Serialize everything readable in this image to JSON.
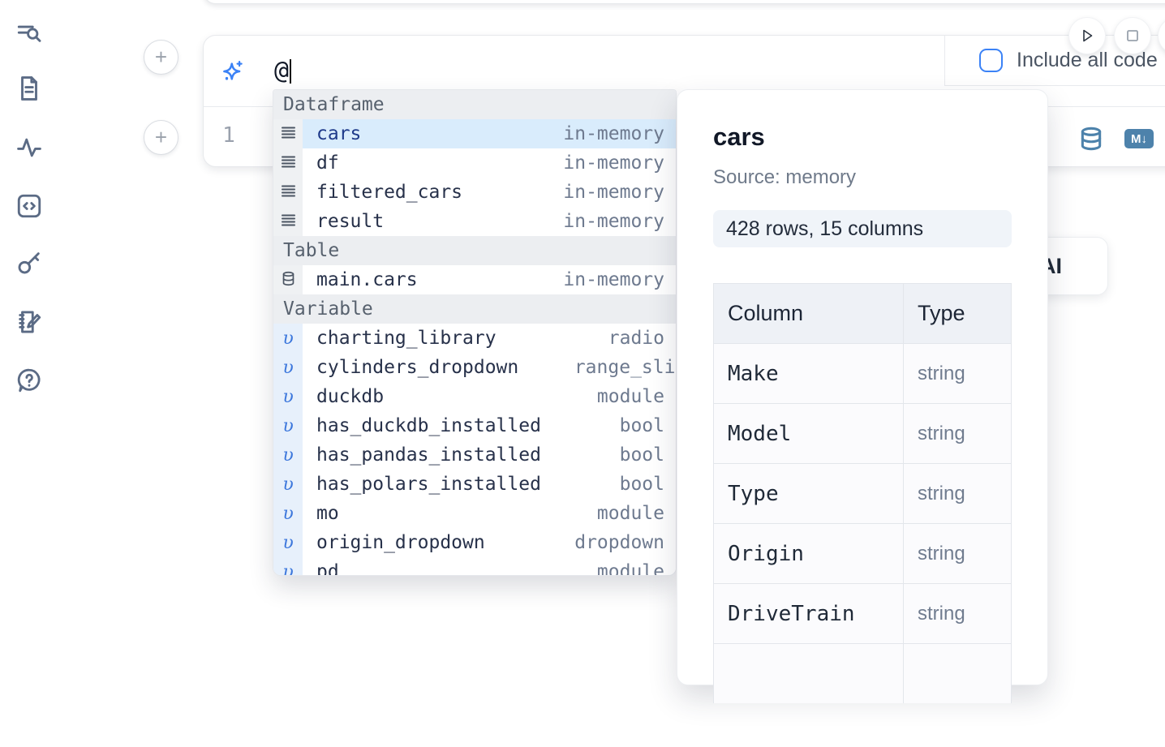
{
  "accent_colors": {
    "primary_blue": "#3b82f6",
    "steel_blue": "#4d82ab",
    "selection_bg": "#d9ecfc",
    "icon_slate": "#5b6b85"
  },
  "sidebar": {
    "icons": [
      {
        "name": "file-explorer-search-icon"
      },
      {
        "name": "files-icon"
      },
      {
        "name": "variables-activity-icon"
      },
      {
        "name": "snippets-code-icon"
      },
      {
        "name": "secrets-key-icon"
      },
      {
        "name": "scratchpad-notebook-icon"
      },
      {
        "name": "help-chat-icon"
      }
    ]
  },
  "run_controls": {
    "play": "run-cell",
    "stop": "interrupt"
  },
  "cell": {
    "prompt": {
      "value": "@",
      "sparkle_icon": "ai-sparkles-icon"
    },
    "include_all_code": {
      "label": "Include all code",
      "checked": false
    },
    "editor": {
      "line_number": "1"
    },
    "output_icons": {
      "database": "dataframe-output-icon",
      "markdown": "M↓"
    }
  },
  "generate_ai": {
    "label": "Generate with AI"
  },
  "autocomplete": {
    "sections": [
      {
        "header": "Dataframe",
        "gutter": "rows",
        "items": [
          {
            "name": "cars",
            "type": "in-memory",
            "selected": true
          },
          {
            "name": "df",
            "type": "in-memory"
          },
          {
            "name": "filtered_cars",
            "type": "in-memory"
          },
          {
            "name": "result",
            "type": "in-memory"
          }
        ]
      },
      {
        "header": "Table",
        "gutter": "db",
        "items": [
          {
            "name": "main.cars",
            "type": "in-memory"
          }
        ]
      },
      {
        "header": "Variable",
        "gutter": "var",
        "items": [
          {
            "name": "charting_library",
            "type": "radio"
          },
          {
            "name": "cylinders_dropdown",
            "type": "range_slider",
            "overflow": true
          },
          {
            "name": "duckdb",
            "type": "module"
          },
          {
            "name": "has_duckdb_installed",
            "type": "bool"
          },
          {
            "name": "has_pandas_installed",
            "type": "bool"
          },
          {
            "name": "has_polars_installed",
            "type": "bool"
          },
          {
            "name": "mo",
            "type": "module"
          },
          {
            "name": "origin_dropdown",
            "type": "dropdown"
          },
          {
            "name": "pd",
            "type": "module",
            "partial": true
          }
        ]
      }
    ]
  },
  "preview_panel": {
    "title": "cars",
    "source": "Source: memory",
    "shape": "428 rows, 15 columns",
    "table": {
      "headers": [
        "Column",
        "Type"
      ],
      "rows": [
        {
          "column": "Make",
          "type": "string"
        },
        {
          "column": "Model",
          "type": "string"
        },
        {
          "column": "Type",
          "type": "string"
        },
        {
          "column": "Origin",
          "type": "string"
        },
        {
          "column": "DriveTrain",
          "type": "string"
        },
        {
          "column": "",
          "type": "",
          "partial": true
        }
      ]
    }
  }
}
